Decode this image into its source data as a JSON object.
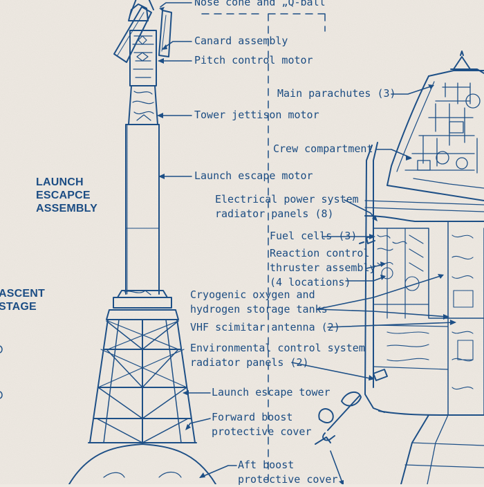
{
  "section_labels": {
    "launch_escape": [
      "LAUNCH",
      "ESCAPCE",
      "ASSEMBLY"
    ],
    "ascent_stage": [
      "ASCENT",
      "STAGE"
    ]
  },
  "labels": {
    "nose_cone": "Nose cone and „Q-ball",
    "canard": "Canard assembly",
    "pitch_motor": "Pitch control motor",
    "tower_jettison": "Tower jettison motor",
    "launch_escape_motor": "Launch escape motor",
    "main_parachutes": "Main parachutes (3)",
    "crew_compartment": "Crew compartment",
    "eps_radiator": "Electrical power system\nradiator panels (8)",
    "fuel_cells": "Fuel cells (3)",
    "rcs_thruster": "Reaction control\nthruster assembly\n(4 locations)",
    "cryo_tanks": "Cryogenic oxygen and\nhydrogen storage tanks",
    "vhf_antenna": "VHF scimitar antenna (2)",
    "ecs_radiator": "Environmental control system\nradiator panels (2)",
    "escape_tower": "Launch escape tower",
    "forward_boost": "Forward boost\nprotective cover",
    "aft_boost": "Aft boost\nprotective cover"
  },
  "colors": {
    "ink": "#1d4f86",
    "paper": "#efeae3"
  }
}
